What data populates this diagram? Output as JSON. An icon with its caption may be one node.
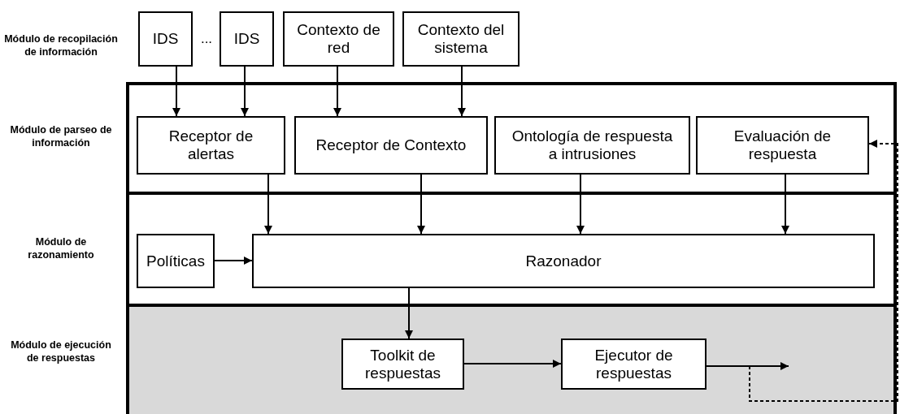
{
  "diagram": {
    "nodes": [
      {
        "text": [
          "IDS"
        ]
      },
      {
        "text": [
          "IDS"
        ]
      },
      {
        "text": [
          "Contexto de red"
        ]
      },
      {
        "text": [
          "Contexto del sistema"
        ]
      },
      {
        "text": [
          "Módulo de parseo de información"
        ]
      },
      {
        "text": [
          "Receptor de alertas"
        ],
        "in": 4
      },
      {
        "text": [
          "Receptor de Contexto"
        ],
        "in": 4
      },
      {
        "text": [
          "Ontología de respuesta a intrusiones"
        ],
        "in": 4
      },
      {
        "text": [
          "Evaluación de respuesta"
        ],
        "in": 4
      },
      {
        "text": [
          "Módulo de razonamiento"
        ]
      },
      {
        "text": [
          "Políticas"
        ],
        "in": 9
      },
      {
        "text": [
          "Razonador"
        ],
        "in": 9
      },
      {
        "text": [
          "Módulo de ejecución de respuestas"
        ]
      },
      {
        "text": [
          "Toolkit de respuestas"
        ],
        "in": 12
      },
      {
        "text": [
          "Ejecutor de respuestas"
        ],
        "in": 12
      }
    ],
    "edges": [
      {
        "from": 0,
        "to": 5,
        "arrow": "to"
      },
      {
        "from": 1,
        "to": 5,
        "arrow": "to"
      },
      {
        "from": 2,
        "to": 6,
        "arrow": "to"
      },
      {
        "from": 3,
        "to": 6,
        "arrow": "to"
      },
      {
        "from": 5,
        "to": 11,
        "arrow": "to"
      },
      {
        "from": 6,
        "to": 11,
        "arrow": "to"
      },
      {
        "from": 7,
        "to": 11,
        "arrow": "to"
      },
      {
        "from": 8,
        "to": 11,
        "arrow": "to"
      },
      {
        "from": 10,
        "to": 11,
        "arrow": "to"
      },
      {
        "from": 11,
        "to": 13,
        "arrow": "to"
      },
      {
        "from": 13,
        "to": 14,
        "arrow": "to"
      },
      {
        "from": 14,
        "to": null,
        "arrow": "to"
      },
      {
        "from": 14,
        "to": 8,
        "arrow": "to",
        "style": "dashed"
      }
    ],
    "labels": [
      "Módulo de recopilación de información",
      "..."
    ]
  }
}
